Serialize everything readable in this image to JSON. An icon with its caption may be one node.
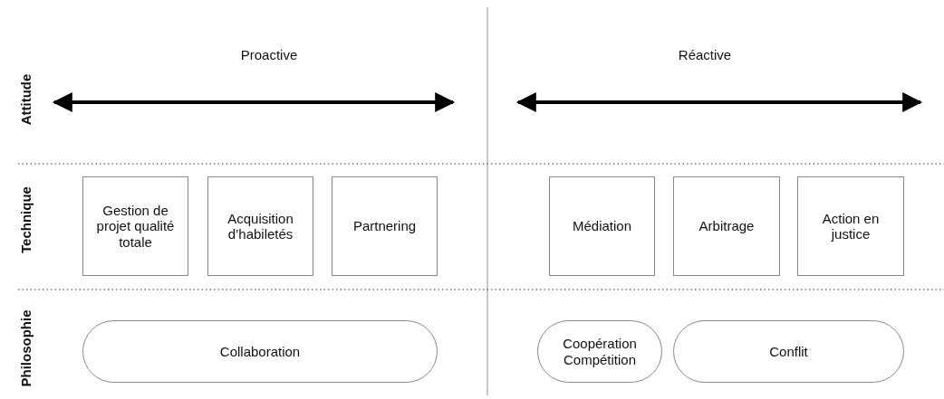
{
  "diagram": {
    "nodes": [
      {
        "text": [
          "Gestion de projet qualité totale"
        ]
      },
      {
        "text": [
          "Acquisition d’habiletés"
        ]
      },
      {
        "text": [
          "Partnering"
        ]
      },
      {
        "text": [
          "Médiation"
        ]
      },
      {
        "text": [
          "Arbitrage"
        ]
      },
      {
        "text": [
          "Action en justice"
        ]
      },
      {
        "text": [
          "Collaboration"
        ]
      },
      {
        "text": [
          "Coopération Compétition"
        ]
      },
      {
        "text": [
          "Conflit"
        ]
      }
    ],
    "edges": [],
    "labels": [
      "Attitude",
      "Proactive",
      "Réactive",
      "Technique",
      "Philosophie"
    ]
  }
}
